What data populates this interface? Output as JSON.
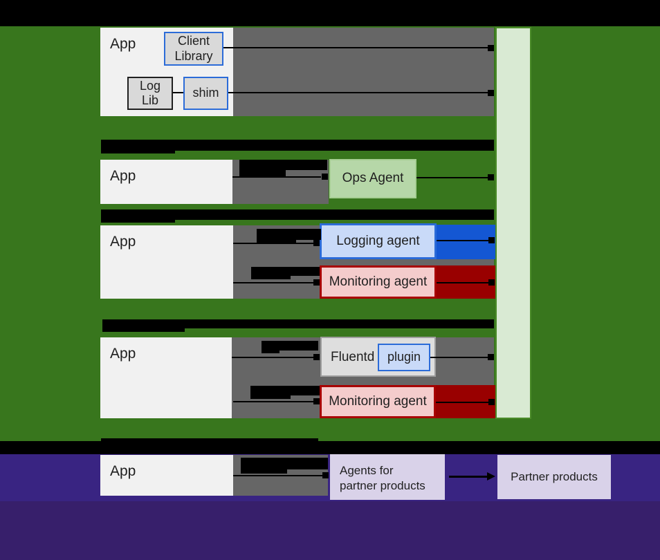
{
  "diagram": {
    "row1": {
      "app": "App",
      "client_library": [
        "Client",
        "Library"
      ],
      "log_lib": [
        "Log",
        "Lib"
      ],
      "shim": "shim"
    },
    "row2": {
      "app": "App",
      "ops_agent": "Ops Agent"
    },
    "row3": {
      "app": "App",
      "logging_agent": "Logging agent",
      "monitoring_agent": "Monitoring agent"
    },
    "row4": {
      "app": "App",
      "fluentd": "Fluentd",
      "plugin": "plugin",
      "monitoring_agent": "Monitoring agent"
    },
    "partner_row": {
      "app": "App",
      "partner_agents": [
        "Agents for",
        "partner products"
      ],
      "partner_products": "Partner products"
    }
  },
  "colors": {
    "section_green_bg": "#38761d",
    "pipeline_gray": "#666666",
    "app_box": "#f1f1f1",
    "small_box_gray": "#d9d9d9",
    "blue_border": "#2b6bd8",
    "collector_fill": "#d9ead3",
    "collector_border": "#4a8a28",
    "ops_agent_fill": "#b6d7a8",
    "ops_agent_border": "#a6ce93",
    "logging_fill": "#c9daf8",
    "logging_bar_blue": "#1457d3",
    "monitoring_fill": "#f4cccc",
    "monitoring_border": "#a80000",
    "monitoring_bar_red": "#990000",
    "fluentd_fill": "#dedede",
    "fluentd_border": "#9e9e9e",
    "partner_box_fill": "#d9d2e9",
    "partner_band_purple": "#392482",
    "partner_bg_purple": "#371f6b",
    "redacted_bar": "#000000"
  }
}
